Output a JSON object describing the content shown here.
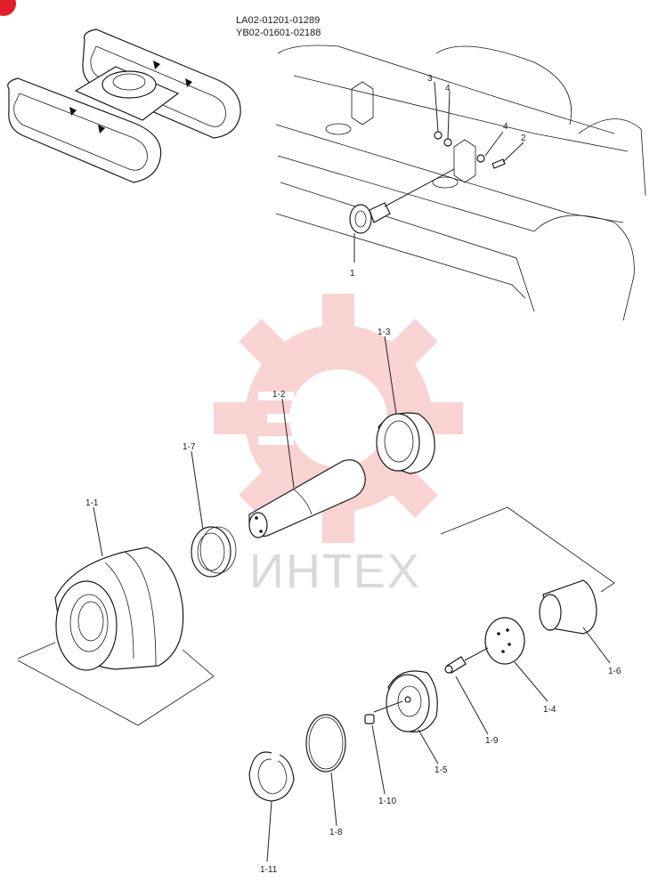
{
  "header": {
    "serial_line_1": "LA02-01201-01289",
    "serial_line_2": "YB02-01601-02188"
  },
  "watermark": {
    "text": "ИНТЕХ",
    "color": "#f08080"
  },
  "corner_badge": {
    "color": "#e0202a"
  },
  "callouts": [
    {
      "id": "c-1",
      "text": "1"
    },
    {
      "id": "c-2",
      "text": "2"
    },
    {
      "id": "c-3",
      "text": "3"
    },
    {
      "id": "c-4a",
      "text": "4"
    },
    {
      "id": "c-4b",
      "text": "4"
    },
    {
      "id": "c-1-1",
      "text": "1-1"
    },
    {
      "id": "c-1-2",
      "text": "1-2"
    },
    {
      "id": "c-1-3",
      "text": "1-3"
    },
    {
      "id": "c-1-4",
      "text": "1-4"
    },
    {
      "id": "c-1-5",
      "text": "1-5"
    },
    {
      "id": "c-1-6",
      "text": "1-6"
    },
    {
      "id": "c-1-7",
      "text": "1-7"
    },
    {
      "id": "c-1-8",
      "text": "1-8"
    },
    {
      "id": "c-1-9",
      "text": "1-9"
    },
    {
      "id": "c-1-10",
      "text": "1-10"
    },
    {
      "id": "c-1-11",
      "text": "1-11"
    }
  ]
}
